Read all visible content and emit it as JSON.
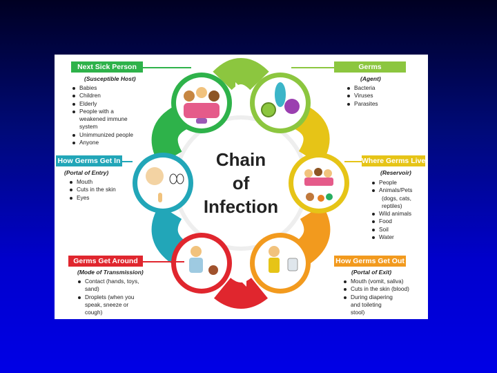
{
  "title": {
    "line1": "Chain",
    "line2": "of",
    "line3": "Infection"
  },
  "colors": {
    "green": "#2eb24a",
    "lime": "#8cc63f",
    "yellow": "#e6c417",
    "orange": "#f29a1e",
    "red": "#e0262e",
    "teal": "#22a6b8"
  },
  "nodes": [
    {
      "label": "Next Sick Person",
      "subtitle": "(Susceptible Host)",
      "items": [
        "Babies",
        "Children",
        "Elderly",
        "People with a",
        "weakened immune",
        "system",
        "Unimmunized people",
        "Anyone"
      ]
    },
    {
      "label": "Germs",
      "subtitle": "(Agent)",
      "items": [
        "Bacteria",
        "Viruses",
        "Parasites"
      ]
    },
    {
      "label": "Where Germs Live",
      "subtitle": "(Reservoir)",
      "items": [
        "People",
        "Animals/Pets",
        "(dogs, cats,",
        "reptiles)",
        "Wild animals",
        "Food",
        "Soil",
        "Water"
      ]
    },
    {
      "label": "How Germs Get Out",
      "subtitle": "(Portal of Exit)",
      "items": [
        "Mouth (vomit, saliva)",
        "Cuts in the skin (blood)",
        "During diapering",
        "and toileting",
        "stool)"
      ]
    },
    {
      "label": "Germs Get Around",
      "subtitle": "(Mode of Transmission)",
      "items": [
        "Contact (hands, toys,",
        "sand)",
        "Droplets (when you",
        "speak, sneeze or",
        "cough)"
      ]
    },
    {
      "label": "How Germs Get In",
      "subtitle": "(Portal of Entry)",
      "items": [
        "Mouth",
        "Cuts in the skin",
        "Eyes"
      ]
    }
  ]
}
